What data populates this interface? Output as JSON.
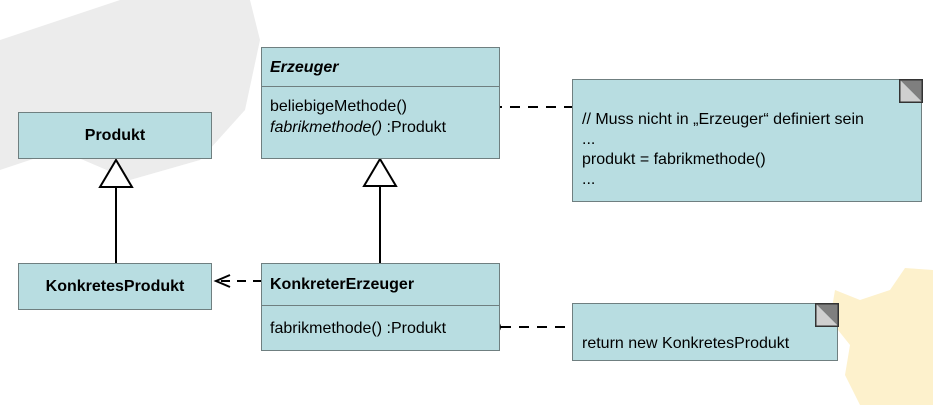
{
  "classes": {
    "produkt": {
      "name": "Produkt"
    },
    "konkretes_produkt": {
      "name": "KonkretesProdukt"
    },
    "erzeuger": {
      "name": "Erzeuger",
      "members": [
        "beliebigeMethode()",
        "fabrikmethode()",
        " :Produkt"
      ]
    },
    "konkreter_erzeuger": {
      "name": "KonkreterErzeuger",
      "members": [
        "fabrikmethode() :Produkt"
      ]
    }
  },
  "notes": {
    "erzeuger_note": {
      "lines": [
        "// Muss nicht in „Erzeuger“ definiert sein",
        "...",
        "produkt = fabrikmethode()",
        "..."
      ]
    },
    "konkreter_note": {
      "lines": [
        "return new KonkretesProdukt"
      ]
    }
  },
  "colors": {
    "box_fill": "#b8dde1",
    "box_border": "#6f7f80",
    "background_shape_gray": "#ececec",
    "background_shape_yellow": "#fdf1cc"
  }
}
